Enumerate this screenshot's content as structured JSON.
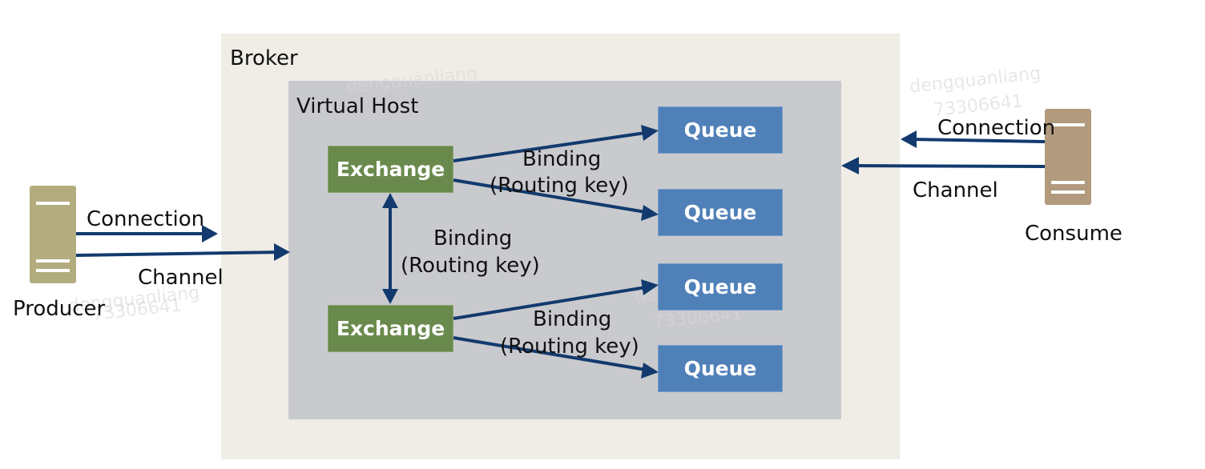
{
  "broker": {
    "label": "Broker"
  },
  "virtual_host": {
    "label": "Virtual Host"
  },
  "producer": {
    "label": "Producer",
    "color": "#b3ac7e"
  },
  "consumer": {
    "label": "Consume",
    "color": "#b19a7d"
  },
  "exchanges": [
    {
      "label": "Exchange"
    },
    {
      "label": "Exchange"
    }
  ],
  "queues": [
    {
      "label": "Queue"
    },
    {
      "label": "Queue"
    },
    {
      "label": "Queue"
    },
    {
      "label": "Queue"
    }
  ],
  "links": {
    "producer_connection": "Connection",
    "producer_channel": "Channel",
    "consumer_connection": "Connection",
    "consumer_channel": "Channel",
    "binding_top": [
      "Binding",
      "(Routing key)"
    ],
    "binding_middle": [
      "Binding",
      "(Routing key)"
    ],
    "binding_bottom": [
      "Binding",
      "(Routing key)"
    ]
  },
  "watermarks": [
    "dengquanliang",
    "73306641"
  ],
  "colors": {
    "arrow": "#123a6e",
    "broker_bg": "#efede6",
    "vhost_bg": "#c9cace",
    "exchange": "#6a8a4d",
    "queue": "#4f80b8"
  }
}
